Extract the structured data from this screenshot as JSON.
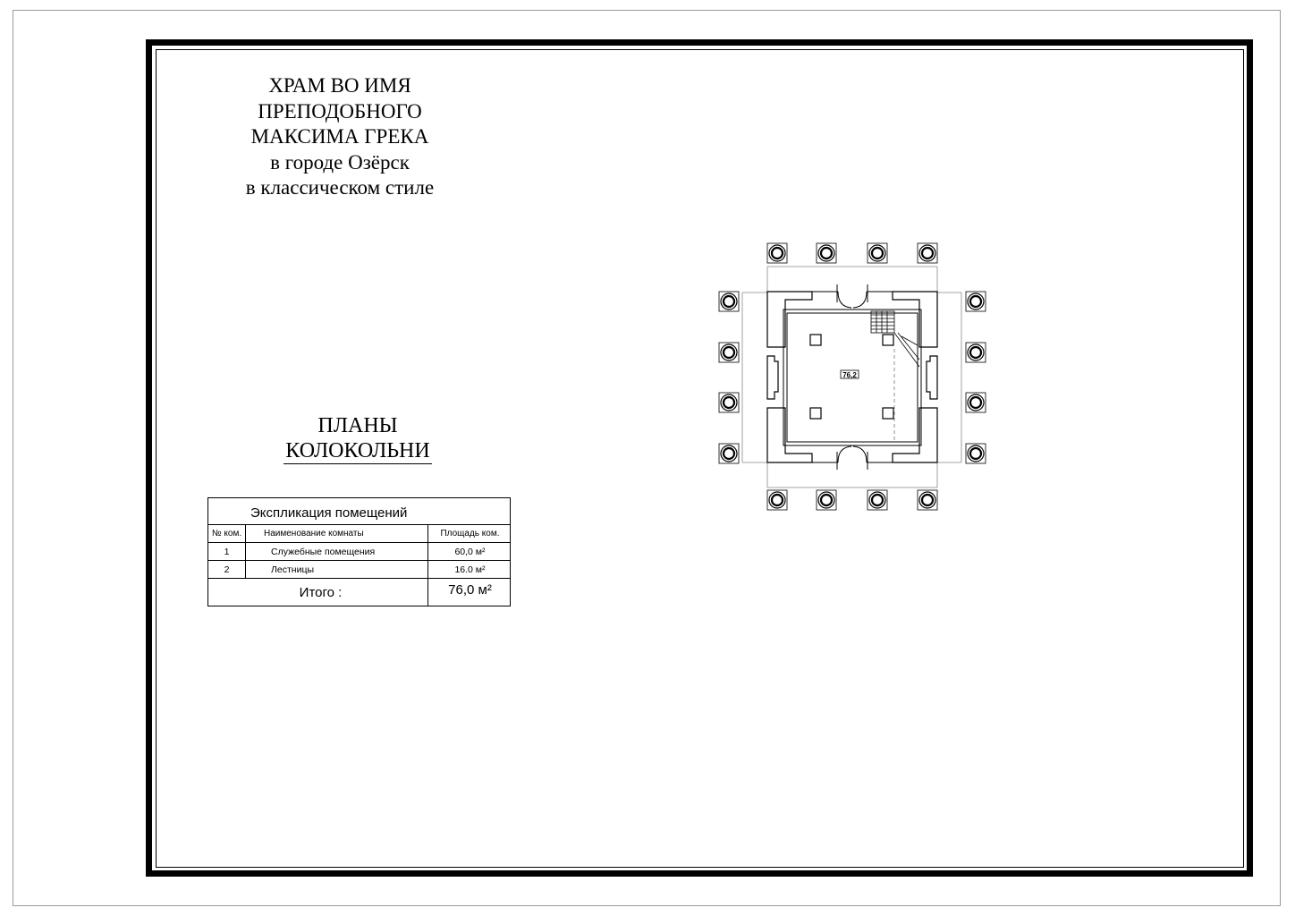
{
  "title": {
    "line1": "ХРАМ ВО ИМЯ",
    "line2": "ПРЕПОДОБНОГО",
    "line3": "МАКСИМА ГРЕКА",
    "line4": "в городе Озёрск",
    "line5": "в классическом стиле"
  },
  "section": {
    "line1": "ПЛАНЫ",
    "line2": "КОЛОКОЛЬНИ"
  },
  "explication": {
    "title": "Экспликация помещений",
    "headers": {
      "number": "№ ком.",
      "name": "Наименование комнаты",
      "area": "Площадь ком."
    },
    "rows": [
      {
        "number": "1",
        "name": "Служебные помещения",
        "area": "60,0 м²"
      },
      {
        "number": "2",
        "name": "Лестницы",
        "area": "16.0 м²"
      }
    ],
    "total_label": "Итого :",
    "total_value": "76,0 м²"
  },
  "plan": {
    "area_tag": "76,2"
  }
}
